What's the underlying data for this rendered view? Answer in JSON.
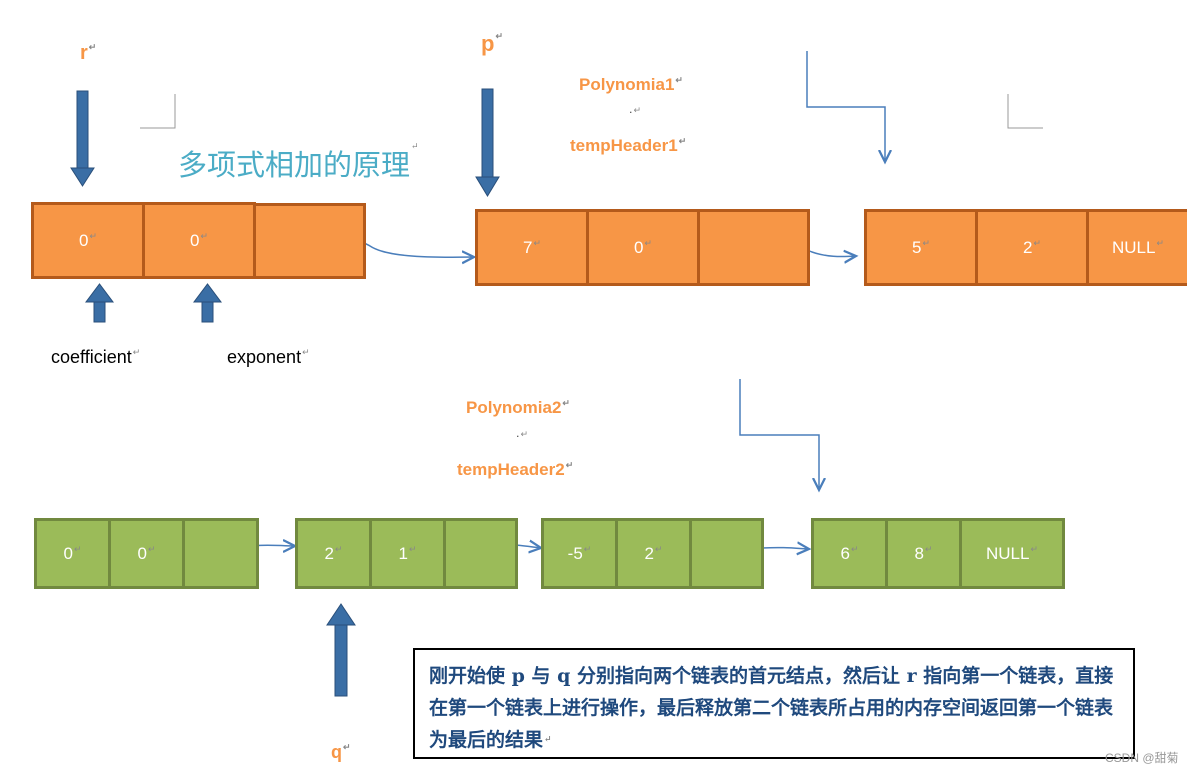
{
  "title": "多项式相加的原理",
  "pointers": {
    "r": "r",
    "p": "p",
    "q": "q"
  },
  "field_labels": {
    "coefficient": "coefficient",
    "exponent": "exponent"
  },
  "poly1_label": {
    "name": "Polynomia1",
    "dot": "·",
    "header": "tempHeader1"
  },
  "poly2_label": {
    "name": "Polynomia2",
    "dot": "·",
    "header": "tempHeader2"
  },
  "list1": [
    {
      "coef": "0",
      "exp": "0",
      "next": ""
    },
    {
      "coef": "7",
      "exp": "0",
      "next": ""
    },
    {
      "coef": "5",
      "exp": "2",
      "next": "NULL"
    }
  ],
  "list2": [
    {
      "coef": "0",
      "exp": "0",
      "next": ""
    },
    {
      "coef": "2",
      "exp": "1",
      "next": ""
    },
    {
      "coef": "-5",
      "exp": "2",
      "next": ""
    },
    {
      "coef": "6",
      "exp": "8",
      "next": "NULL"
    }
  ],
  "note": "刚开始使 p 与 q 分别指向两个链表的首元结点，然后让 r 指向第一个链表，直接在第一个链表上进行操作，最后释放第二个链表所占用的内存空间返回第一个链表为最后的结果",
  "watermark": "CSDN @甜菊",
  "colors": {
    "orange_fill": "#f79646",
    "orange_border": "#b45a1b",
    "green_fill": "#9bbb59",
    "green_border": "#71893f",
    "pointer_arrow": "#3a6ea5",
    "connector": "#4a7ebb",
    "title": "#4bacc6",
    "note_text": "#1f497d"
  }
}
